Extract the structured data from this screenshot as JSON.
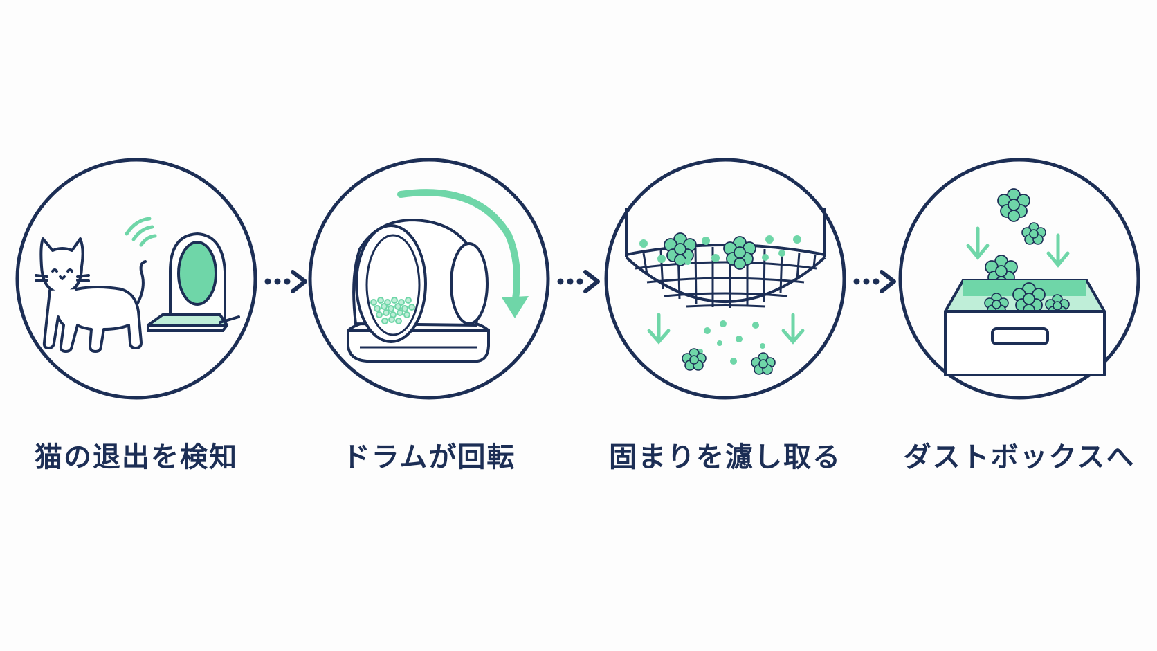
{
  "steps": [
    {
      "label": "猫の退出を検知"
    },
    {
      "label": "ドラムが回転"
    },
    {
      "label": "固まりを濾し取る"
    },
    {
      "label": "ダストボックスへ"
    }
  ],
  "colors": {
    "navy": "#1c2e55",
    "mint": "#6fd6a8",
    "mint_light": "#bfeed8",
    "background": "#fdfdfd"
  },
  "icons": [
    "cat-icon",
    "signal-waves-icon",
    "litter-box-icon",
    "rotating-drum-icon",
    "rotation-arrow-icon",
    "sieve-net-icon",
    "clump-icon",
    "down-arrow-icon",
    "dust-box-icon",
    "dotted-arrow-icon"
  ]
}
